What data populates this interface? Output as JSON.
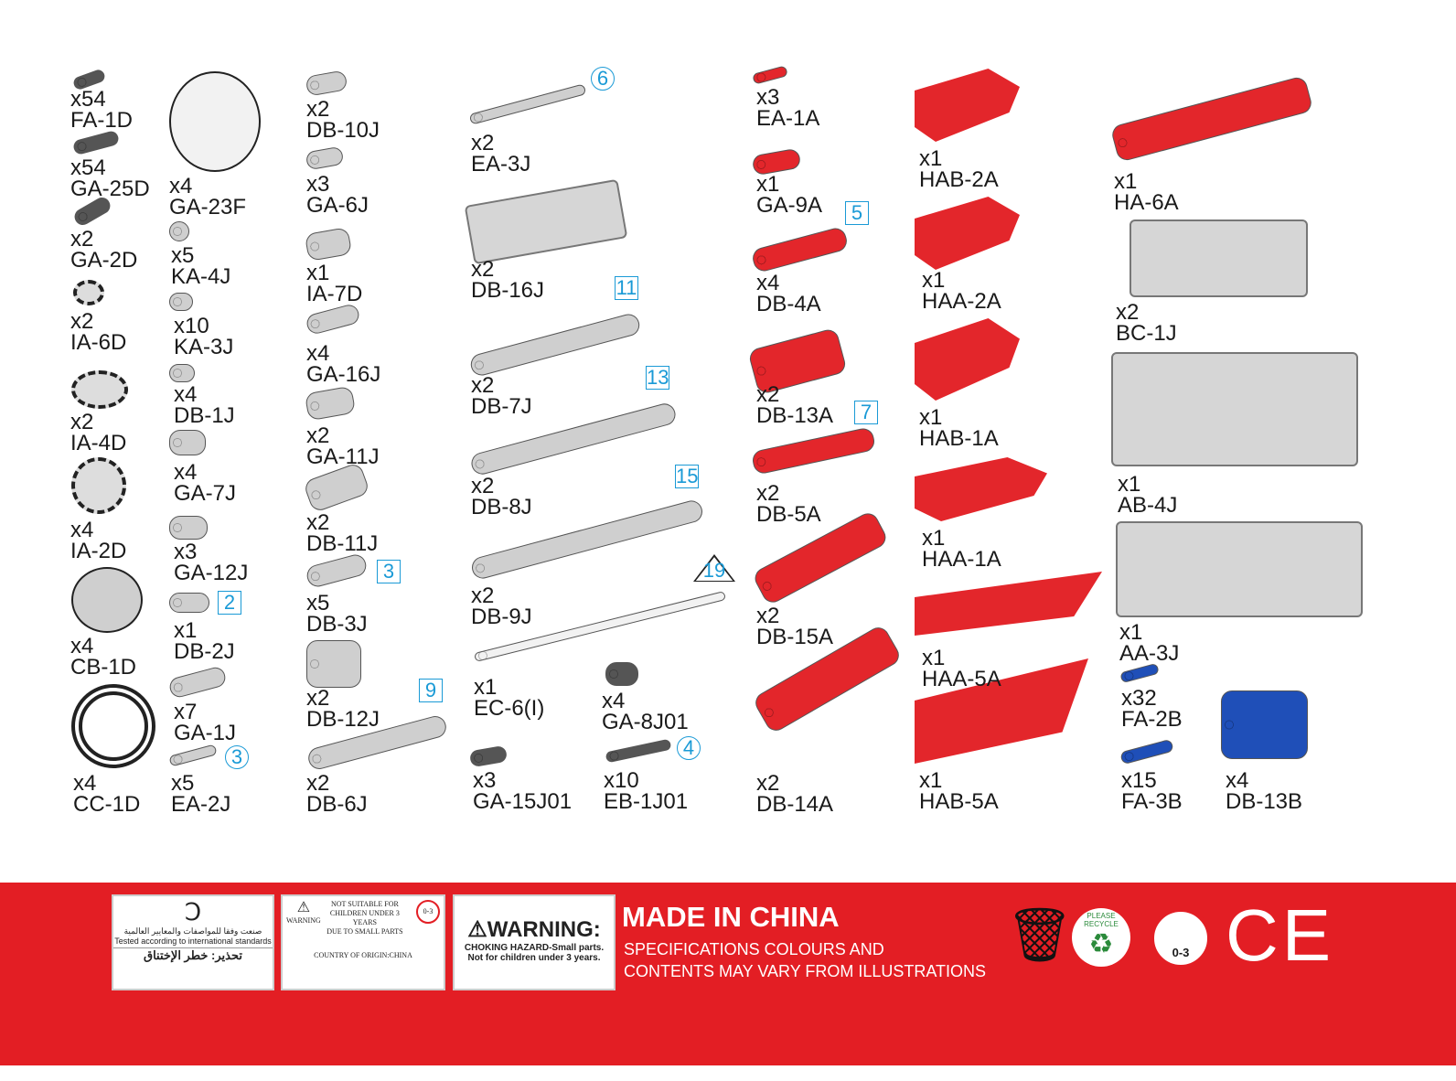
{
  "parts": [
    {
      "qty": "x54",
      "code": "FA-1D",
      "color": "dark",
      "shape": "pin"
    },
    {
      "qty": "x54",
      "code": "GA-25D",
      "color": "dark",
      "shape": "pin"
    },
    {
      "qty": "x2",
      "code": "GA-2D",
      "color": "dark",
      "shape": "pin"
    },
    {
      "qty": "x2",
      "code": "IA-6D",
      "color": "gray",
      "shape": "gear"
    },
    {
      "qty": "x2",
      "code": "IA-4D",
      "color": "gray",
      "shape": "gear"
    },
    {
      "qty": "x4",
      "code": "IA-2D",
      "color": "gray",
      "shape": "gear"
    },
    {
      "qty": "x4",
      "code": "CB-1D",
      "color": "gray",
      "shape": "wheel"
    },
    {
      "qty": "x4",
      "code": "CC-1D",
      "color": "white",
      "shape": "tire"
    },
    {
      "qty": "x4",
      "code": "GA-23F",
      "color": "white",
      "shape": "wheel"
    },
    {
      "qty": "x5",
      "code": "KA-4J",
      "color": "gray",
      "shape": "small"
    },
    {
      "qty": "x10",
      "code": "KA-3J",
      "color": "gray",
      "shape": "small"
    },
    {
      "qty": "x4",
      "code": "DB-1J",
      "color": "gray",
      "shape": "small"
    },
    {
      "qty": "x4",
      "code": "GA-7J",
      "color": "gray",
      "shape": "small"
    },
    {
      "qty": "x3",
      "code": "GA-12J",
      "color": "gray",
      "shape": "small"
    },
    {
      "qty": "x1",
      "code": "DB-2J",
      "color": "gray",
      "shape": "beam",
      "badge": "2",
      "badge_type": "square"
    },
    {
      "qty": "x7",
      "code": "GA-1J",
      "color": "gray",
      "shape": "pin"
    },
    {
      "qty": "x5",
      "code": "EA-2J",
      "color": "gray",
      "shape": "pin",
      "badge": "3",
      "badge_type": "circle"
    },
    {
      "qty": "x2",
      "code": "DB-10J",
      "color": "gray",
      "shape": "small"
    },
    {
      "qty": "x3",
      "code": "GA-6J",
      "color": "gray",
      "shape": "small"
    },
    {
      "qty": "x1",
      "code": "IA-7D",
      "color": "gray",
      "shape": "small"
    },
    {
      "qty": "x4",
      "code": "GA-16J",
      "color": "gray",
      "shape": "pin"
    },
    {
      "qty": "x2",
      "code": "GA-11J",
      "color": "gray",
      "shape": "small"
    },
    {
      "qty": "x2",
      "code": "DB-11J",
      "color": "gray",
      "shape": "beam"
    },
    {
      "qty": "x5",
      "code": "DB-3J",
      "color": "gray",
      "shape": "beam",
      "badge": "3",
      "badge_type": "square"
    },
    {
      "qty": "x2",
      "code": "DB-12J",
      "color": "gray",
      "shape": "small"
    },
    {
      "qty": "x2",
      "code": "DB-6J",
      "color": "gray",
      "shape": "beam",
      "badge": "9",
      "badge_type": "square"
    },
    {
      "qty": "x2",
      "code": "EA-3J",
      "color": "gray",
      "shape": "axle",
      "badge": "6",
      "badge_type": "circle"
    },
    {
      "qty": "x2",
      "code": "DB-16J",
      "color": "gray",
      "shape": "frame"
    },
    {
      "qty": "x2",
      "code": "DB-7J",
      "color": "gray",
      "shape": "beam",
      "badge": "11",
      "badge_type": "square"
    },
    {
      "qty": "x2",
      "code": "DB-8J",
      "color": "gray",
      "shape": "beam",
      "badge": "13",
      "badge_type": "square"
    },
    {
      "qty": "x2",
      "code": "DB-9J",
      "color": "gray",
      "shape": "beam",
      "badge": "15",
      "badge_type": "square"
    },
    {
      "qty": "x1",
      "code": "EC-6(I)",
      "color": "white",
      "shape": "axle",
      "badge": "19",
      "badge_type": "triangle"
    },
    {
      "qty": "x3",
      "code": "GA-15J01",
      "color": "dark",
      "shape": "small"
    },
    {
      "qty": "x4",
      "code": "GA-8J01",
      "color": "dark",
      "shape": "small"
    },
    {
      "qty": "x10",
      "code": "EB-1J01",
      "color": "dark",
      "shape": "axle",
      "badge": "4",
      "badge_type": "circle"
    },
    {
      "qty": "x3",
      "code": "EA-1A",
      "color": "red",
      "shape": "pin"
    },
    {
      "qty": "x1",
      "code": "GA-9A",
      "color": "red",
      "shape": "pin",
      "badge": "5",
      "badge_type": "square"
    },
    {
      "qty": "x4",
      "code": "DB-4A",
      "color": "red",
      "shape": "beam"
    },
    {
      "qty": "x2",
      "code": "DB-13A",
      "color": "red",
      "shape": "beam",
      "badge": "7",
      "badge_type": "square"
    },
    {
      "qty": "x2",
      "code": "DB-5A",
      "color": "red",
      "shape": "beam"
    },
    {
      "qty": "x2",
      "code": "DB-15A",
      "color": "red",
      "shape": "beam"
    },
    {
      "qty": "x2",
      "code": "DB-14A",
      "color": "red",
      "shape": "beam"
    },
    {
      "qty": "x1",
      "code": "HAB-2A",
      "color": "red",
      "shape": "panel"
    },
    {
      "qty": "x1",
      "code": "HAA-2A",
      "color": "red",
      "shape": "panel"
    },
    {
      "qty": "x1",
      "code": "HAB-1A",
      "color": "red",
      "shape": "panel"
    },
    {
      "qty": "x1",
      "code": "HAA-1A",
      "color": "red",
      "shape": "panel"
    },
    {
      "qty": "x1",
      "code": "HAA-5A",
      "color": "red",
      "shape": "longpanel"
    },
    {
      "qty": "x1",
      "code": "HAB-5A",
      "color": "red",
      "shape": "longpanel"
    },
    {
      "qty": "x1",
      "code": "HA-6A",
      "color": "red",
      "shape": "beam"
    },
    {
      "qty": "x2",
      "code": "BC-1J",
      "color": "gray",
      "shape": "motor"
    },
    {
      "qty": "x1",
      "code": "AB-4J",
      "color": "gray",
      "shape": "box"
    },
    {
      "qty": "x1",
      "code": "AA-3J",
      "color": "gray",
      "shape": "box"
    },
    {
      "qty": "x32",
      "code": "FA-2B",
      "color": "blue",
      "shape": "pin"
    },
    {
      "qty": "x15",
      "code": "FA-3B",
      "color": "blue",
      "shape": "pin"
    },
    {
      "qty": "x4",
      "code": "DB-13B",
      "color": "blue",
      "shape": "beam"
    }
  ],
  "footer": {
    "card1": {
      "arabic_title": "تحذير: خطر الإختناق",
      "line1": "صنعت وفقا للمواصفات والمعايير العالمية",
      "line2": "Tested according to international standards"
    },
    "card2": {
      "line1": "NOT SUITABLE FOR",
      "line2": "CHILDREN UNDER 3 YEARS",
      "line3": "DUE TO SMALL PARTS",
      "warning": "WARNING",
      "origin": "COUNTRY OF ORIGIN:CHINA",
      "age": "0-3"
    },
    "card3": {
      "title": "WARNING:",
      "line1": "CHOKING HAZARD-Small parts.",
      "line2": "Not for children under 3 years."
    },
    "made_in": "MADE IN CHINA",
    "spec1": "SPECIFICATIONS COLOURS AND",
    "spec2": "CONTENTS MAY VARY FROM ILLUSTRATIONS",
    "recycle_text": "PLEASE RECYCLE",
    "age_icon": "0-3",
    "ce_mark": "CE",
    "colors": {
      "banner": "#e31e24",
      "badge": "#1a9ad6"
    }
  }
}
